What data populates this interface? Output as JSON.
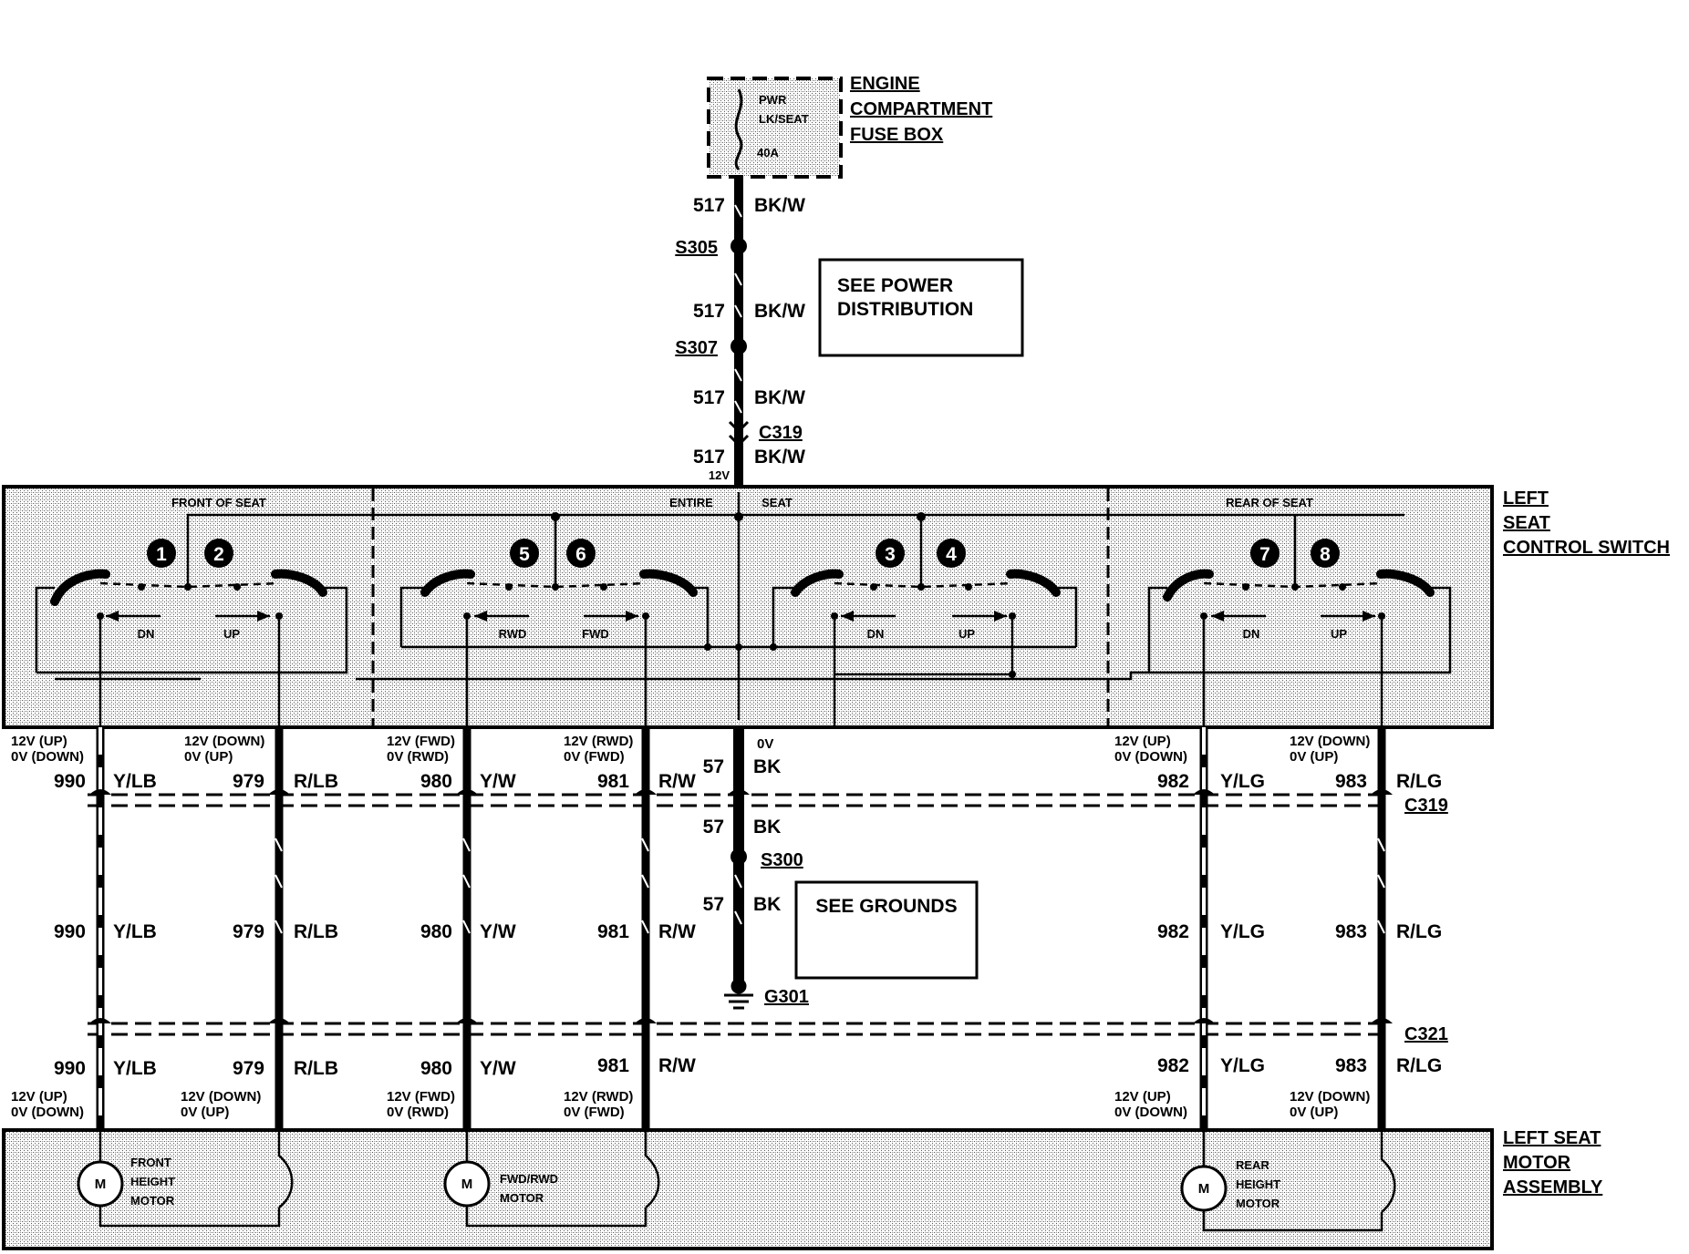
{
  "fuse_box": {
    "fuse_label_1": "PWR",
    "fuse_label_2": "LK/SEAT",
    "fuse_rating": "40A",
    "title_1": "ENGINE",
    "title_2": "COMPARTMENT",
    "title_3": "FUSE BOX"
  },
  "power_feed": {
    "circuit": "517",
    "color": "BK/W",
    "splice_1": "S305",
    "splice_2": "S307",
    "connector": "C319",
    "voltage": "12V"
  },
  "ref_boxes": {
    "power": [
      "SEE POWER",
      "DISTRIBUTION"
    ],
    "grounds": "SEE GROUNDS"
  },
  "switch": {
    "title": [
      "LEFT",
      "SEAT",
      "CONTROL SWITCH"
    ],
    "sections": [
      "FRONT OF SEAT",
      "ENTIRE",
      "SEAT",
      "REAR OF SEAT"
    ],
    "terminals": [
      "1",
      "2",
      "5",
      "6",
      "3",
      "4",
      "7",
      "8"
    ],
    "arrows": [
      "DN",
      "UP",
      "RWD",
      "FWD",
      "DN",
      "UP",
      "DN",
      "UP"
    ]
  },
  "motor_assembly": {
    "title": [
      "LEFT SEAT",
      "MOTOR",
      "ASSEMBLY"
    ],
    "motors": [
      {
        "symbol": "M",
        "lines": [
          "FRONT",
          "HEIGHT",
          "MOTOR"
        ]
      },
      {
        "symbol": "M",
        "lines": [
          "FWD/RWD",
          "MOTOR"
        ]
      },
      {
        "symbol": "M",
        "lines": [
          "REAR",
          "HEIGHT",
          "MOTOR"
        ]
      }
    ]
  },
  "wires": [
    {
      "circuit": "990",
      "color": "Y/LB",
      "top_volts": [
        "12V (UP)",
        "0V (DOWN)"
      ],
      "bottom_volts": [
        "12V (UP)",
        "0V (DOWN)"
      ]
    },
    {
      "circuit": "979",
      "color": "R/LB",
      "top_volts": [
        "12V (DOWN)",
        "0V (UP)"
      ],
      "bottom_volts": [
        "12V (DOWN)",
        "0V (UP)"
      ]
    },
    {
      "circuit": "980",
      "color": "Y/W",
      "top_volts": [
        "12V (FWD)",
        "0V (RWD)"
      ],
      "bottom_volts": [
        "12V (FWD)",
        "0V (RWD)"
      ]
    },
    {
      "circuit": "981",
      "color": "R/W",
      "top_volts": [
        "12V (RWD)",
        "0V (FWD)"
      ],
      "bottom_volts": [
        "12V (RWD)",
        "0V (FWD)"
      ]
    },
    {
      "circuit": "982",
      "color": "Y/LG",
      "top_volts": [
        "12V (UP)",
        "0V (DOWN)"
      ],
      "bottom_volts": [
        "12V (UP)",
        "0V (DOWN)"
      ]
    },
    {
      "circuit": "983",
      "color": "R/LG",
      "top_volts": [
        "12V (DOWN)",
        "0V (UP)"
      ],
      "bottom_volts": [
        "12V (DOWN)",
        "0V (UP)"
      ]
    }
  ],
  "ground": {
    "circuit": "57",
    "color": "BK",
    "voltage": "0V",
    "splice": "S300",
    "ground": "G301"
  },
  "connectors": {
    "upper": "C319",
    "lower": "C321"
  }
}
